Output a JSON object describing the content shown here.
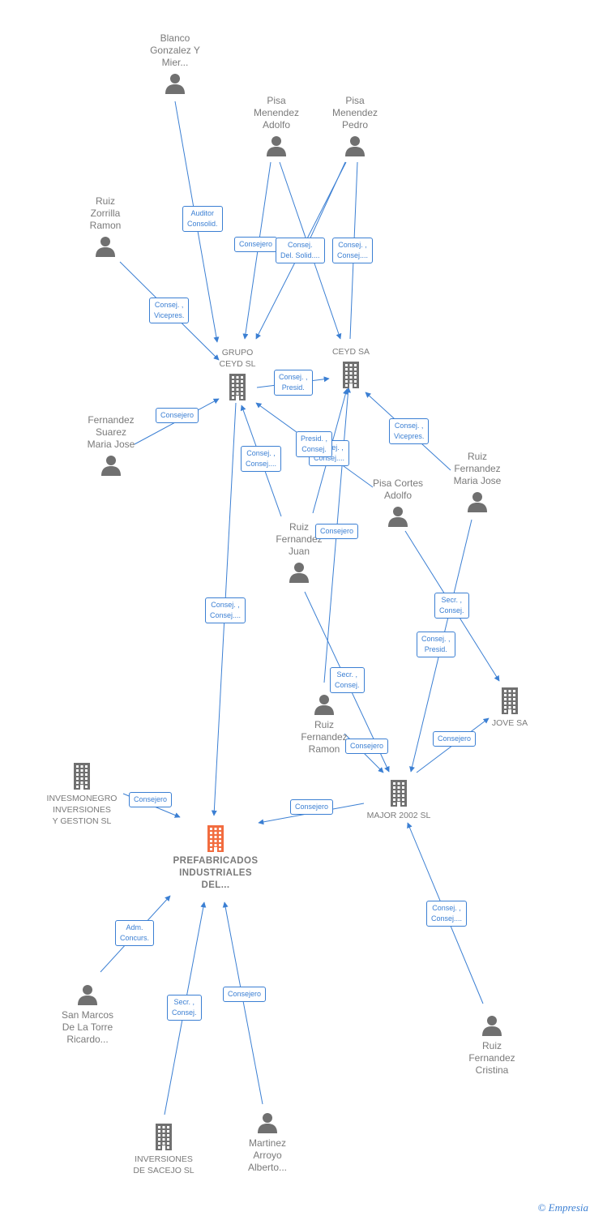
{
  "colors": {
    "edge": "#3b7fd3",
    "icon": "#707070",
    "main_icon": "#f26c3f",
    "text": "#7a7a7a"
  },
  "nodes": [
    {
      "id": "blanco",
      "kind": "person",
      "label": "Blanco\nGonzalez Y\nMier...",
      "label_pos": "above"
    },
    {
      "id": "pisa_adolfo_m",
      "kind": "person",
      "label": "Pisa\nMenendez\nAdolfo",
      "label_pos": "above"
    },
    {
      "id": "pisa_pedro",
      "kind": "person",
      "label": "Pisa\nMenendez\nPedro",
      "label_pos": "above"
    },
    {
      "id": "ruiz_zorrilla",
      "kind": "person",
      "label": "Ruiz\nZorrilla\nRamon",
      "label_pos": "above"
    },
    {
      "id": "grupo_ceyd",
      "kind": "company",
      "label": "GRUPO\nCEYD SL",
      "label_pos": "above"
    },
    {
      "id": "ceyd",
      "kind": "company",
      "label": "CEYD SA",
      "label_pos": "above"
    },
    {
      "id": "fernandez_suarez",
      "kind": "person",
      "label": "Fernandez\nSuarez\nMaria Jose",
      "label_pos": "above"
    },
    {
      "id": "ruiz_maria_jose",
      "kind": "person",
      "label": "Ruiz\nFernandez\nMaria Jose",
      "label_pos": "above"
    },
    {
      "id": "pisa_cortes",
      "kind": "person",
      "label": "Pisa Cortes\nAdolfo",
      "label_pos": "above"
    },
    {
      "id": "ruiz_juan",
      "kind": "person",
      "label": "Ruiz\nFernandez\nJuan",
      "label_pos": "above"
    },
    {
      "id": "jove",
      "kind": "company",
      "label": "JOVE SA",
      "label_pos": "below"
    },
    {
      "id": "ruiz_ramon",
      "kind": "person",
      "label": "Ruiz\nFernandez\nRamon",
      "label_pos": "below"
    },
    {
      "id": "invesmonegro",
      "kind": "company",
      "label": "INVESMONEGRO\nINVERSIONES\nY GESTION SL",
      "label_pos": "below"
    },
    {
      "id": "major",
      "kind": "company",
      "label": "MAJOR 2002 SL",
      "label_pos": "below"
    },
    {
      "id": "prefabricados",
      "kind": "main",
      "label": "PREFABRICADOS\nINDUSTRIALES\nDEL...",
      "label_pos": "below"
    },
    {
      "id": "san_marcos",
      "kind": "person",
      "label": "San Marcos\nDe La Torre\nRicardo...",
      "label_pos": "below"
    },
    {
      "id": "ruiz_cristina",
      "kind": "person",
      "label": "Ruiz\nFernandez\nCristina",
      "label_pos": "below"
    },
    {
      "id": "inversiones_sacejo",
      "kind": "company",
      "label": "INVERSIONES\nDE SACEJO SL",
      "label_pos": "below"
    },
    {
      "id": "martinez",
      "kind": "person",
      "label": "Martinez\nArroyo\nAlberto...",
      "label_pos": "below"
    }
  ],
  "edges": [
    {
      "id": "e1",
      "label": "Auditor\nConsolid."
    },
    {
      "id": "e2",
      "label": "Consejero"
    },
    {
      "id": "e3",
      "label": "Consej.\nDel. Solid...."
    },
    {
      "id": "e4",
      "label": "Consej. ,\nConsej...."
    },
    {
      "id": "e5",
      "label": "Consej. ,\nVicepres."
    },
    {
      "id": "e6",
      "label": "Consej. ,\nPresid."
    },
    {
      "id": "e7",
      "label": "Consejero"
    },
    {
      "id": "e8",
      "label": "Consej. ,\nVicepres."
    },
    {
      "id": "e9",
      "label": "Consej. ,\nConsej...."
    },
    {
      "id": "e10",
      "label": "Consej. ,\nConsej...."
    },
    {
      "id": "e11",
      "label": "Presid. ,\nConsej."
    },
    {
      "id": "e12",
      "label": "Consejero"
    },
    {
      "id": "e13",
      "label": "Consej. ,\nConsej...."
    },
    {
      "id": "e14",
      "label": "Secr. ,\nConsej."
    },
    {
      "id": "e15",
      "label": "Consej. ,\nPresid."
    },
    {
      "id": "e16",
      "label": "Secr. ,\nConsej."
    },
    {
      "id": "e17",
      "label": "Consejero"
    },
    {
      "id": "e18",
      "label": "Consejero"
    },
    {
      "id": "e19",
      "label": "Consejero"
    },
    {
      "id": "e20",
      "label": "Consejero"
    },
    {
      "id": "e21",
      "label": "Adm.\nConcurs."
    },
    {
      "id": "e22",
      "label": "Secr. ,\nConsej."
    },
    {
      "id": "e23",
      "label": "Consejero"
    },
    {
      "id": "e24",
      "label": "Consej. ,\nConsej...."
    }
  ],
  "footer": {
    "copyright": "©",
    "brand": "Empresia"
  }
}
